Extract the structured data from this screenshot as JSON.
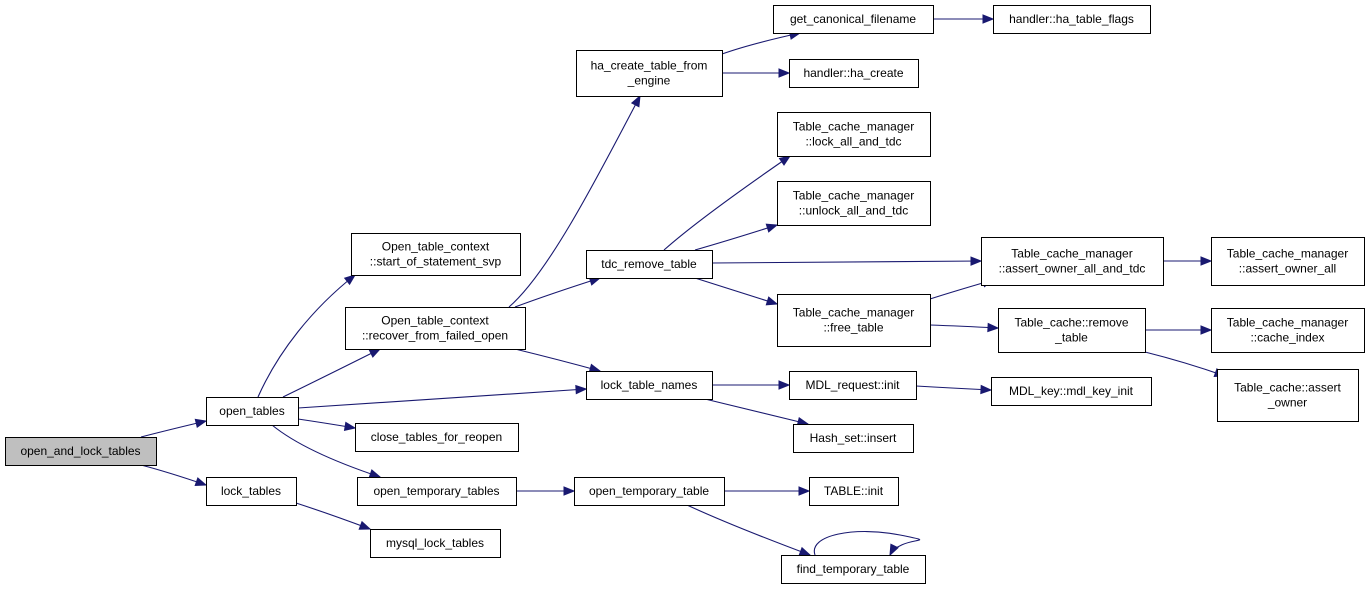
{
  "graph": {
    "edge_color": "#191970",
    "root_fill": "#bfbfbf",
    "nodes": [
      {
        "id": "open_and_lock_tables",
        "lines": [
          "open_and_lock_tables"
        ],
        "root": true
      },
      {
        "id": "open_tables",
        "lines": [
          "open_tables"
        ]
      },
      {
        "id": "lock_tables",
        "lines": [
          "lock_tables"
        ]
      },
      {
        "id": "mysql_lock_tables",
        "lines": [
          "mysql_lock_tables"
        ]
      },
      {
        "id": "start_of_statement_svp",
        "lines": [
          "Open_table_context",
          "::start_of_statement_svp"
        ]
      },
      {
        "id": "recover_from_failed_open",
        "lines": [
          "Open_table_context",
          "::recover_from_failed_open"
        ]
      },
      {
        "id": "close_tables_for_reopen",
        "lines": [
          "close_tables_for_reopen"
        ]
      },
      {
        "id": "open_temporary_tables",
        "lines": [
          "open_temporary_tables"
        ]
      },
      {
        "id": "ha_create_table_from_engine",
        "lines": [
          "ha_create_table_from",
          "_engine"
        ]
      },
      {
        "id": "tdc_remove_table",
        "lines": [
          "tdc_remove_table"
        ]
      },
      {
        "id": "lock_table_names",
        "lines": [
          "lock_table_names"
        ]
      },
      {
        "id": "open_temporary_table",
        "lines": [
          "open_temporary_table"
        ]
      },
      {
        "id": "get_canonical_filename",
        "lines": [
          "get_canonical_filename"
        ]
      },
      {
        "id": "ha_create",
        "lines": [
          "handler::ha_create"
        ]
      },
      {
        "id": "lock_all_and_tdc",
        "lines": [
          "Table_cache_manager",
          "::lock_all_and_tdc"
        ]
      },
      {
        "id": "unlock_all_and_tdc",
        "lines": [
          "Table_cache_manager",
          "::unlock_all_and_tdc"
        ]
      },
      {
        "id": "free_table",
        "lines": [
          "Table_cache_manager",
          "::free_table"
        ]
      },
      {
        "id": "mdl_request_init",
        "lines": [
          "MDL_request::init"
        ]
      },
      {
        "id": "hash_set_insert",
        "lines": [
          "Hash_set::insert"
        ]
      },
      {
        "id": "table_init",
        "lines": [
          "TABLE::init"
        ]
      },
      {
        "id": "find_temporary_table",
        "lines": [
          "find_temporary_table"
        ]
      },
      {
        "id": "ha_table_flags",
        "lines": [
          "handler::ha_table_flags"
        ]
      },
      {
        "id": "assert_owner_all_and_tdc",
        "lines": [
          "Table_cache_manager",
          "::assert_owner_all_and_tdc"
        ]
      },
      {
        "id": "remove_table",
        "lines": [
          "Table_cache::remove",
          "_table"
        ]
      },
      {
        "id": "mdl_key_init",
        "lines": [
          "MDL_key::mdl_key_init"
        ]
      },
      {
        "id": "assert_owner_all",
        "lines": [
          "Table_cache_manager",
          "::assert_owner_all"
        ]
      },
      {
        "id": "cache_index",
        "lines": [
          "Table_cache_manager",
          "::cache_index"
        ]
      },
      {
        "id": "assert_owner",
        "lines": [
          "Table_cache::assert",
          "_owner"
        ]
      }
    ],
    "edges": [
      [
        "open_and_lock_tables",
        "open_tables"
      ],
      [
        "open_and_lock_tables",
        "lock_tables"
      ],
      [
        "lock_tables",
        "mysql_lock_tables"
      ],
      [
        "open_tables",
        "start_of_statement_svp"
      ],
      [
        "open_tables",
        "recover_from_failed_open"
      ],
      [
        "open_tables",
        "lock_table_names"
      ],
      [
        "open_tables",
        "close_tables_for_reopen"
      ],
      [
        "open_tables",
        "open_temporary_tables"
      ],
      [
        "recover_from_failed_open",
        "ha_create_table_from_engine"
      ],
      [
        "recover_from_failed_open",
        "tdc_remove_table"
      ],
      [
        "recover_from_failed_open",
        "lock_table_names"
      ],
      [
        "open_temporary_tables",
        "open_temporary_table"
      ],
      [
        "ha_create_table_from_engine",
        "get_canonical_filename"
      ],
      [
        "ha_create_table_from_engine",
        "ha_create"
      ],
      [
        "get_canonical_filename",
        "ha_table_flags"
      ],
      [
        "tdc_remove_table",
        "lock_all_and_tdc"
      ],
      [
        "tdc_remove_table",
        "unlock_all_and_tdc"
      ],
      [
        "tdc_remove_table",
        "assert_owner_all_and_tdc"
      ],
      [
        "tdc_remove_table",
        "free_table"
      ],
      [
        "free_table",
        "assert_owner_all_and_tdc"
      ],
      [
        "free_table",
        "remove_table"
      ],
      [
        "assert_owner_all_and_tdc",
        "assert_owner_all"
      ],
      [
        "remove_table",
        "cache_index"
      ],
      [
        "remove_table",
        "assert_owner"
      ],
      [
        "lock_table_names",
        "mdl_request_init"
      ],
      [
        "lock_table_names",
        "hash_set_insert"
      ],
      [
        "mdl_request_init",
        "mdl_key_init"
      ],
      [
        "open_temporary_table",
        "table_init"
      ],
      [
        "open_temporary_table",
        "find_temporary_table"
      ],
      [
        "find_temporary_table",
        "find_temporary_table"
      ]
    ]
  }
}
